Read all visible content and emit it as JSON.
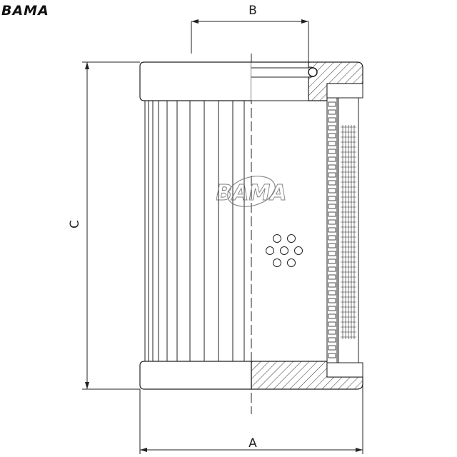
{
  "brand": {
    "logo_text": "BAMA",
    "watermark_text": "BAMA"
  },
  "dimensions": {
    "a_label": "A",
    "b_label": "B",
    "c_label": "C"
  },
  "colors": {
    "line": "#222222",
    "hatch": "#333333",
    "background": "#ffffff"
  }
}
